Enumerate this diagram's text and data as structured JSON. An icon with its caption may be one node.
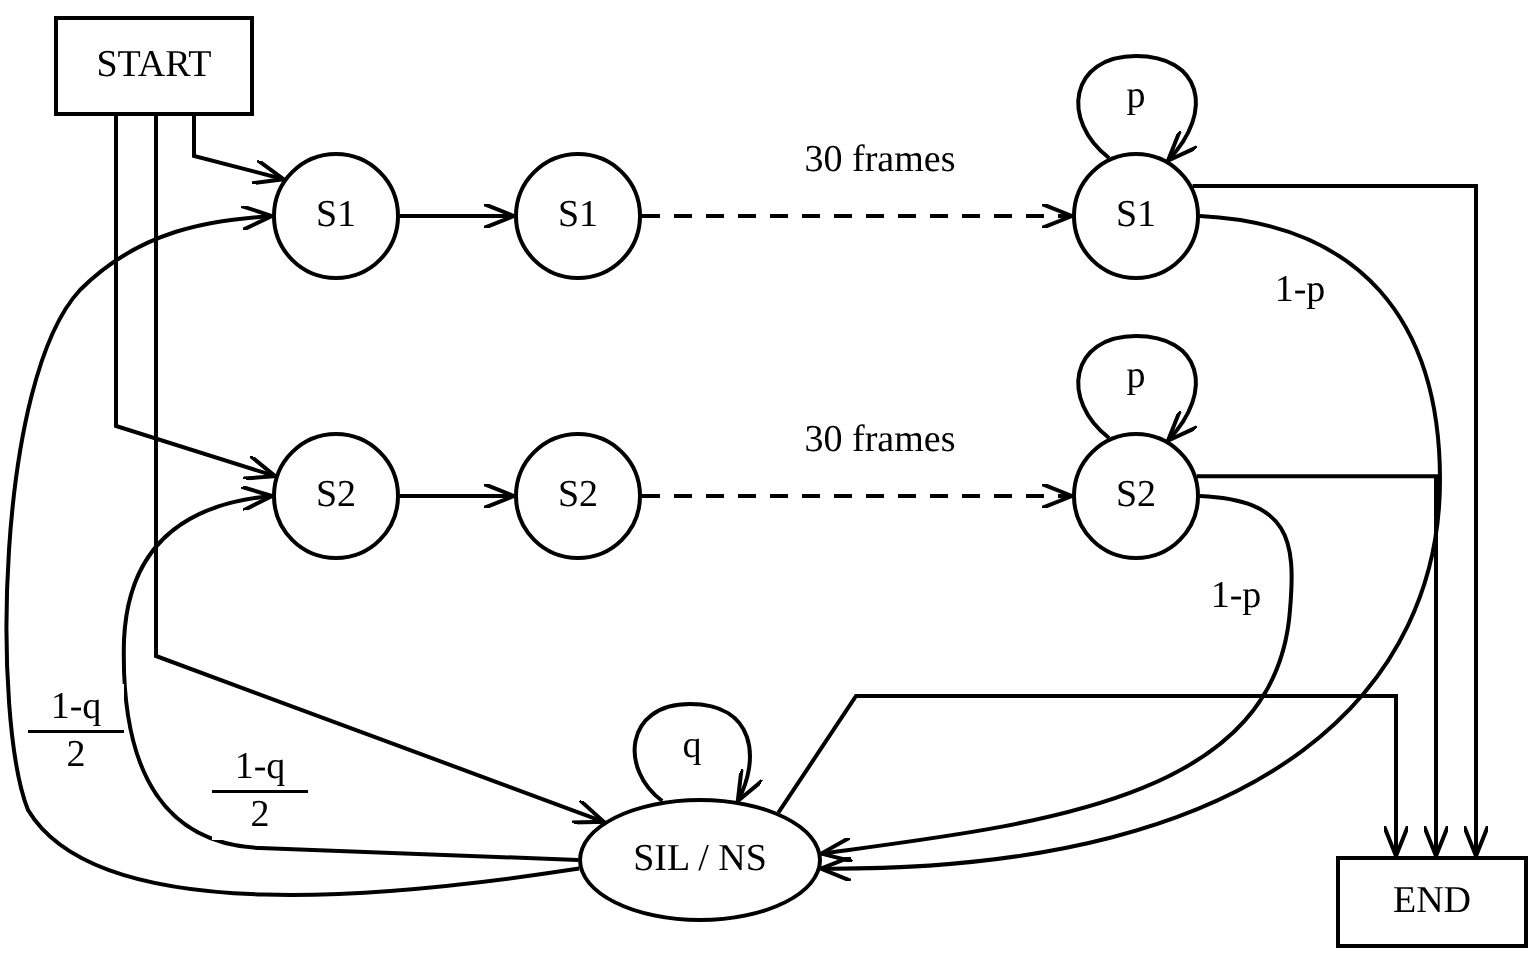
{
  "diagram": {
    "nodes": [
      {
        "text": [
          "START"
        ]
      },
      {
        "text": [
          "S1"
        ]
      },
      {
        "text": [
          "S1"
        ]
      },
      {
        "text": [
          "S1"
        ]
      },
      {
        "text": [
          "S2"
        ]
      },
      {
        "text": [
          "S2"
        ]
      },
      {
        "text": [
          "S2"
        ]
      },
      {
        "text": [
          "SIL / NS"
        ]
      },
      {
        "text": [
          "END"
        ]
      }
    ],
    "edges": [
      {
        "from": 0,
        "to": 1,
        "arrow": "to"
      },
      {
        "from": 0,
        "to": 4,
        "arrow": "to"
      },
      {
        "from": 0,
        "to": 7,
        "arrow": "to"
      },
      {
        "from": 1,
        "to": 2,
        "arrow": "to"
      },
      {
        "from": 2,
        "to": 3,
        "arrow": "to",
        "label": "30 frames",
        "style": "dashed"
      },
      {
        "from": 3,
        "to": 3,
        "arrow": "to",
        "label": "p"
      },
      {
        "from": 3,
        "to": 8,
        "arrow": "to"
      },
      {
        "from": 3,
        "to": 7,
        "arrow": "to",
        "label": "1-p"
      },
      {
        "from": 4,
        "to": 5,
        "arrow": "to"
      },
      {
        "from": 5,
        "to": 6,
        "arrow": "to",
        "label": "30 frames",
        "style": "dashed"
      },
      {
        "from": 6,
        "to": 6,
        "arrow": "to",
        "label": "p"
      },
      {
        "from": 6,
        "to": 8,
        "arrow": "to"
      },
      {
        "from": 6,
        "to": 7,
        "arrow": "to",
        "label": "1-p"
      },
      {
        "from": 7,
        "to": 7,
        "arrow": "to",
        "label": "q"
      },
      {
        "from": 7,
        "to": 8,
        "arrow": "to"
      },
      {
        "from": 7,
        "to": 1,
        "arrow": "to",
        "label": "1-q 2"
      },
      {
        "from": 7,
        "to": 4,
        "arrow": "to",
        "label": "1-q 2"
      }
    ]
  }
}
